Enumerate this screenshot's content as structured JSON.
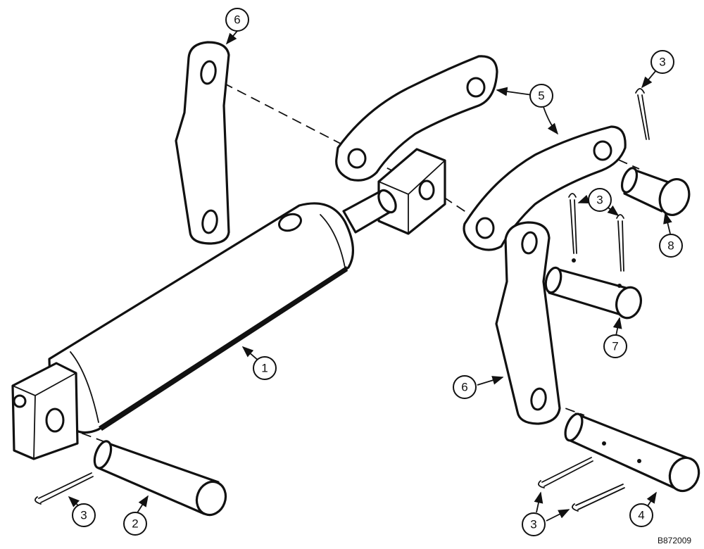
{
  "callouts": {
    "c1": "1",
    "c2": "2",
    "c3a": "3",
    "c3b": "3",
    "c3c": "3",
    "c3d": "3",
    "c4": "4",
    "c5": "5",
    "c6a": "6",
    "c6b": "6",
    "c7": "7",
    "c8": "8"
  },
  "reference_code": "B872009"
}
